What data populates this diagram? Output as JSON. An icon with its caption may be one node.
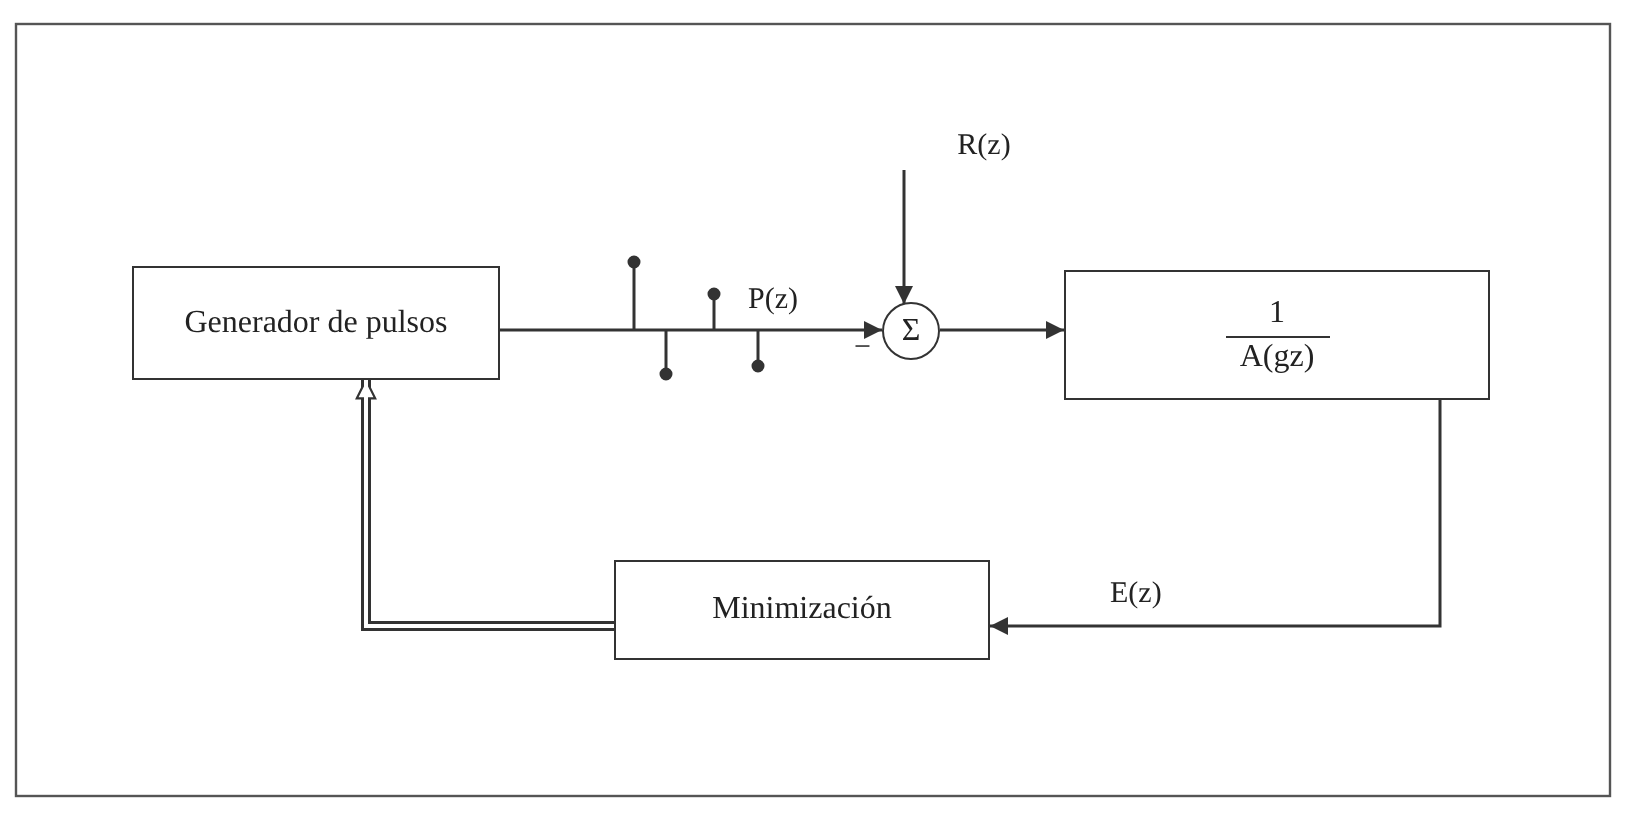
{
  "diagram": {
    "nodes": [
      {
        "text": [
          "Generador de pulsos"
        ]
      },
      {
        "text": [
          "Σ"
        ]
      },
      {
        "text": [
          "1",
          "A(gz)"
        ]
      },
      {
        "text": [
          "Minimización"
        ]
      },
      {
        "text": [
          "R(z)"
        ]
      }
    ],
    "edges": [
      {
        "from": 0,
        "to": 1,
        "arrow": "to",
        "label": "P(z)"
      },
      {
        "from": 4,
        "to": 1,
        "arrow": "to"
      },
      {
        "from": 1,
        "to": 2,
        "arrow": "to"
      },
      {
        "from": 2,
        "to": 3,
        "arrow": "to",
        "label": "E(z)"
      },
      {
        "from": 3,
        "to": 0,
        "arrow": "to",
        "style": "thick"
      }
    ],
    "labels": [
      "−"
    ]
  }
}
